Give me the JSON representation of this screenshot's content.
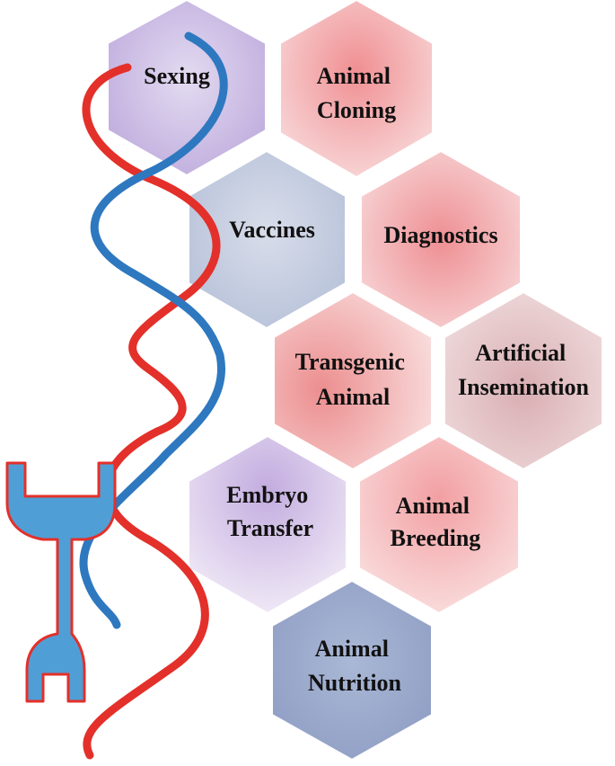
{
  "hexagons": [
    {
      "id": "sexing",
      "lines": [
        "Sexing"
      ],
      "fill": "#c9b8e2",
      "edge": "#a990d0"
    },
    {
      "id": "animal-cloning",
      "lines": [
        "Animal",
        "Cloning"
      ],
      "fill": "#f2b5b6",
      "edge": "#ec8e90"
    },
    {
      "id": "vaccines",
      "lines": [
        "Vaccines"
      ],
      "fill": "#c2cbe0",
      "edge": "#a7b3d1"
    },
    {
      "id": "diagnostics",
      "lines": [
        "Diagnostics"
      ],
      "fill": "#f4bdbf",
      "edge": "#ea8f92"
    },
    {
      "id": "transgenic-animal",
      "lines": [
        "Transgenic",
        "Animal"
      ],
      "fill": "#f2b4b4",
      "edge": "#e99494"
    },
    {
      "id": "artificial-insemination",
      "lines": [
        "Artificial",
        "Insemination"
      ],
      "fill": "#e6c6c8",
      "edge": "#d7aaae"
    },
    {
      "id": "embryo-transfer",
      "lines": [
        "Embryo",
        "Transfer"
      ],
      "fill": "#d6c6ea",
      "edge": "#b59ed9"
    },
    {
      "id": "animal-breeding",
      "lines": [
        "Animal",
        "Breeding"
      ],
      "fill": "#f4bcbe",
      "edge": "#ed9699"
    },
    {
      "id": "animal-nutrition",
      "lines": [
        "Animal",
        "Nutrition"
      ],
      "fill": "#a6b4d4",
      "edge": "#8b9bc4"
    }
  ],
  "colors": {
    "strand_red": "#e3302a",
    "strand_blue": "#2e78c0",
    "wrench_fill": "#4f9fd6",
    "wrench_stroke": "#e3302a",
    "label_text": "#111111"
  },
  "icons": [
    "dna-helix-icon",
    "wrench-icon"
  ]
}
